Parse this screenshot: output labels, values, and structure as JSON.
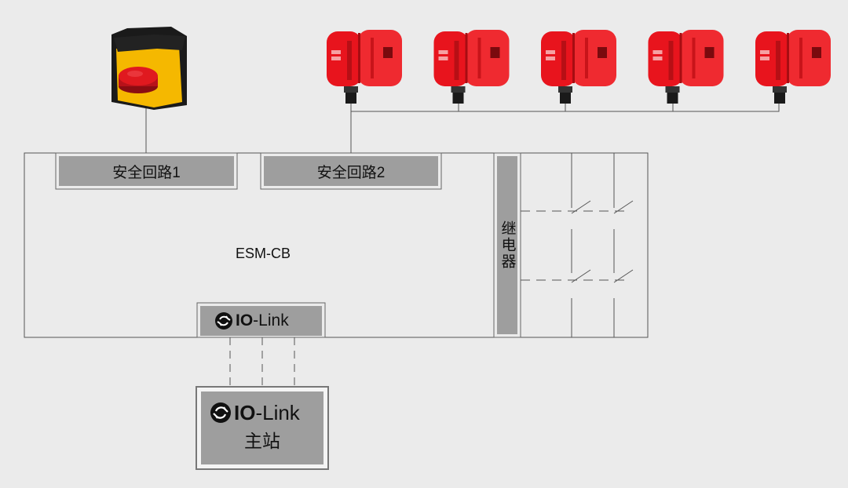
{
  "diagram": {
    "main_box_label": "ESM-CB",
    "circuit_1_label": "安全回路1",
    "circuit_2_label": "安全回路2",
    "relay_label": "继电器",
    "io_link_label_prefix": "IO",
    "io_link_label_suffix": "-Link",
    "master_label_prefix": "IO",
    "master_label_suffix": "-Link",
    "master_sublabel": "主站",
    "sensor_count": 5,
    "colors": {
      "background": "#ebebeb",
      "box_fill": "#9e9e9e",
      "line": "#444444",
      "sensor_red": "#e8141d",
      "button_yellow": "#f5b800",
      "button_red": "#d9141c"
    }
  }
}
